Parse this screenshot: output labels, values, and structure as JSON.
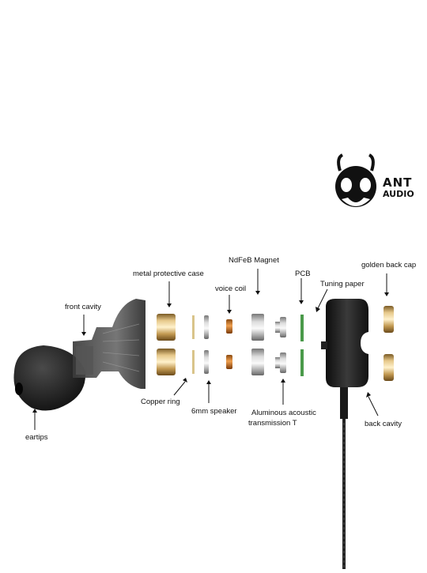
{
  "logo": {
    "line1": "ANT",
    "line2": "AUDIO"
  },
  "labels": {
    "ndfeb_magnet": "NdFeB Magnet",
    "golden_back_cap": "golden back cap",
    "metal_protective_case": "metal protective case",
    "pcb": "PCB",
    "voice_coil": "voice coil",
    "tuning_paper": "Tuning paper",
    "front_cavity": "front cavity",
    "copper_ring": "Copper ring",
    "speaker_6mm": "6mm speaker",
    "aluminous_line1": "Aluminous acoustic",
    "aluminous_line2": "transmission T",
    "back_cavity": "back cavity",
    "eartips": "eartips"
  },
  "colors": {
    "gold": "#c9a25a",
    "copper": "#c97b2c",
    "silver": "#b8b8b8",
    "black_shell": "#1c1c1c",
    "pcb_green": "#4a9a4a"
  }
}
